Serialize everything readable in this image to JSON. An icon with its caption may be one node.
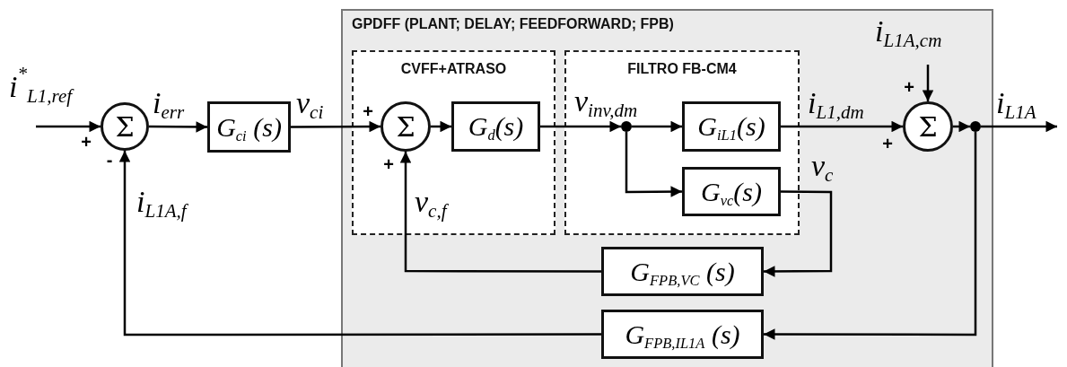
{
  "diagram": {
    "nodes": [
      {
        "text": [
          "GPDFF (PLANT; DELAY; FEEDFORWARD; FPB)"
        ]
      },
      {
        "text": [
          "CVFF+ATRASO"
        ],
        "in": 0
      },
      {
        "text": [
          "FILTRO FB-CM4"
        ],
        "in": 0
      },
      {
        "text": [
          "Σ"
        ]
      },
      {
        "text": [
          "G$_{ci}$ (s)"
        ]
      },
      {
        "text": [
          "Σ"
        ],
        "in": 1
      },
      {
        "text": [
          "G$_{d}$(s)"
        ],
        "in": 1
      },
      {
        "text": [],
        "shape": "circle",
        "in": 2
      },
      {
        "text": [
          "G$_{iL1}$(s)"
        ],
        "in": 2
      },
      {
        "text": [
          "G$_{vc}$(s)"
        ],
        "in": 2
      },
      {
        "text": [
          "Σ"
        ],
        "in": 0
      },
      {
        "text": [],
        "shape": "circle",
        "in": 0
      },
      {
        "text": [
          "G$_{FPB,VC}$ (s)"
        ],
        "in": 0
      },
      {
        "text": [
          "G$_{FPB,IL1A}$ (s)"
        ],
        "in": 0
      }
    ],
    "edges": [
      {
        "from": null,
        "to": 3,
        "arrow": "to",
        "label": "i$^{*}$$_{L1,ref}$"
      },
      {
        "from": 3,
        "to": 4,
        "arrow": "to",
        "label": "i$_{err}$"
      },
      {
        "from": 4,
        "to": 5,
        "arrow": "to",
        "label": "v$_{ci}$"
      },
      {
        "from": 5,
        "to": 6,
        "arrow": "to"
      },
      {
        "from": 6,
        "to": 7,
        "arrow": "to",
        "label": "v$_{inv,dm}$"
      },
      {
        "from": 7,
        "to": 8,
        "arrow": "to"
      },
      {
        "from": 7,
        "to": 9,
        "arrow": "to"
      },
      {
        "from": 8,
        "to": 10,
        "arrow": "to",
        "label": "i$_{L1,dm}$"
      },
      {
        "from": null,
        "to": 10,
        "arrow": "to",
        "label": "i$_{L1A,cm}$"
      },
      {
        "from": 10,
        "to": 11,
        "arrow": "to"
      },
      {
        "from": 11,
        "to": null,
        "arrow": "to",
        "label": "i$_{L1A}$"
      },
      {
        "from": 9,
        "to": 12,
        "arrow": "to",
        "label": "v$_{c}$"
      },
      {
        "from": 12,
        "to": 5,
        "arrow": "to",
        "label": "v$_{c,f}$"
      },
      {
        "from": 11,
        "to": 13,
        "arrow": "to"
      },
      {
        "from": 13,
        "to": 3,
        "arrow": "to",
        "label": "i$_{L1A,f}$"
      }
    ],
    "labels": [
      "+",
      "-",
      "+",
      "+",
      "+",
      "+"
    ]
  }
}
